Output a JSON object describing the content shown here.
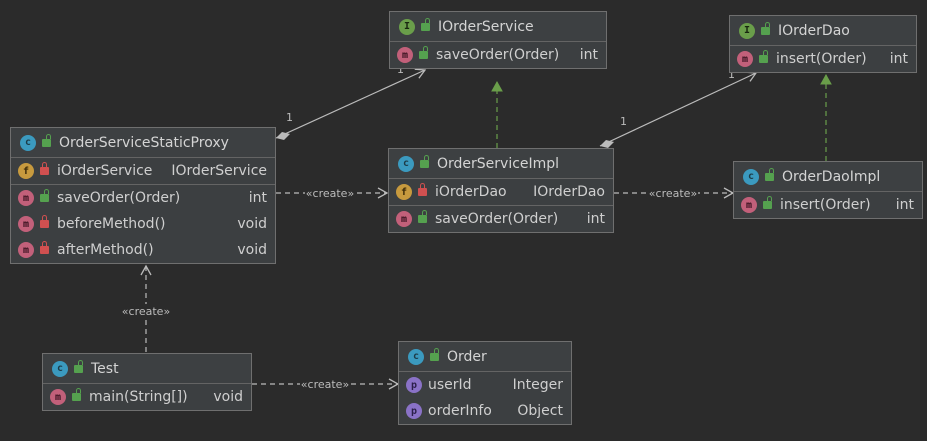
{
  "colors": {
    "background": "#2b2b2b",
    "node_fill": "#3c3f41",
    "node_border": "#6f6f6f",
    "association": "#bbbbbb",
    "create_dependency": "#bbbbbb",
    "realization": "#6a9e4a"
  },
  "classes": {
    "proxy": {
      "name": "OrderServiceStaticProxy",
      "kind": "class-icon",
      "fields": [
        {
          "name": "iOrderService",
          "type": "IOrderService"
        }
      ],
      "methods": [
        {
          "name": "saveOrder(Order)",
          "type": "int"
        },
        {
          "name": "beforeMethod()",
          "type": "void"
        },
        {
          "name": "afterMethod()",
          "type": "void"
        }
      ]
    },
    "iorderservice": {
      "name": "IOrderService",
      "kind": "interface-icon",
      "methods": [
        {
          "name": "saveOrder(Order)",
          "type": "int"
        }
      ]
    },
    "impl": {
      "name": "OrderServiceImpl",
      "kind": "class-icon",
      "fields": [
        {
          "name": "iOrderDao",
          "type": "IOrderDao"
        }
      ],
      "methods": [
        {
          "name": "saveOrder(Order)",
          "type": "int"
        }
      ]
    },
    "iorderdao": {
      "name": "IOrderDao",
      "kind": "interface-icon",
      "methods": [
        {
          "name": "insert(Order)",
          "type": "int"
        }
      ]
    },
    "daoimpl": {
      "name": "OrderDaoImpl",
      "kind": "class-icon",
      "methods": [
        {
          "name": "insert(Order)",
          "type": "int"
        }
      ]
    },
    "test": {
      "name": "Test",
      "kind": "class-icon",
      "methods": [
        {
          "name": "main(String[])",
          "type": "void"
        }
      ]
    },
    "order": {
      "name": "Order",
      "kind": "class-icon",
      "properties": [
        {
          "name": "userId",
          "type": "Integer"
        },
        {
          "name": "orderInfo",
          "type": "Object"
        }
      ]
    }
  },
  "edges": {
    "create_label": "«create»",
    "multiplicity_one": "1"
  }
}
